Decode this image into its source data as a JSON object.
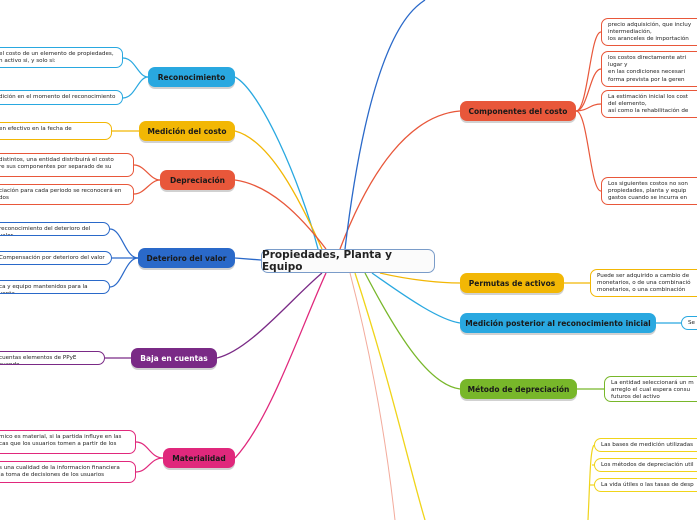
{
  "center": {
    "title": "Propiedades, Planta y Equipo"
  },
  "colors": {
    "center_border": "#7a9cc9",
    "reconocimiento": "#29a8e0",
    "medicion": "#f2b705",
    "depreciacion": "#e8573a",
    "deterioro": "#2a69c9",
    "baja": "#7a2a86",
    "materialidad": "#e0287c",
    "componentes": "#e8573a",
    "permutas": "#f2b705",
    "medicion_posterior": "#29a8e0",
    "metodo": "#78b72a",
    "revelaciones": "#f0d41a"
  },
  "left": {
    "reconocimiento": {
      "label": "Reconocimiento",
      "leaves": [
        "el costo de un elemento de propiedades,\nn activo si, y solo si:",
        "dición en el momento del reconocimiento"
      ]
    },
    "medicion": {
      "label": "Medición del costo",
      "leaves": [
        "en efectivo en la fecha de"
      ]
    },
    "depreciacion": {
      "label": "Depreciación",
      "leaves": [
        "distintos, una entidad distribuirá el costo\nre sus componentes por separado de su",
        "ciación para cada periodo se reconocerá en\ndos"
      ]
    },
    "deterioro": {
      "label": "Deterioro del valor",
      "leaves": [
        "reconocimiento del deterioro del valor",
        "Compensación por deterioro del valor",
        "ca y equipo mantenidos para la venta"
      ]
    },
    "baja": {
      "label": "Baja en cuentas",
      "leaves": [
        "cuentas elementos de PPyE cuando"
      ]
    },
    "materialidad": {
      "label": "Materialidad",
      "leaves": [
        "mico es material, si la partida influye en las\ncas que los usuarios tomen a partir de los",
        "s una cualidad de la informacion financiera\nla toma de decisiones de los usuarios"
      ]
    }
  },
  "right": {
    "componentes": {
      "label": "Componentes del costo",
      "leaves": [
        "precio adquisición, que incluy\nintermediación,\nlos aranceles de importación",
        "los costos directamente atri\nlugar y\nen las condiciones necesari\nforma prevista por la geren",
        "La estimación inicial los cost\ndel elemento,\nasí como la rehabilitación de",
        "Los siguientes costos no son\npropiedades, planta y equip\ngastos cuando se incurra en"
      ]
    },
    "permutas": {
      "label": "Permutas de activos",
      "leaves": [
        "Puede ser adquirido a cambio de\nmonetarios, o de una combinació\nmonetarios, o una combinación"
      ]
    },
    "medicion_posterior": {
      "label": "Medición posterior al reconocimiento inicial",
      "leaves": [
        "Se"
      ]
    },
    "metodo": {
      "label": "Método de depreciación",
      "leaves": [
        "La entidad seleccionará un m\narreglo el cual espera consu\nfuturos del activo"
      ]
    },
    "revelaciones": {
      "leaves": [
        "Las bases de medición utilizadas",
        "Los métodos de depreciación util",
        "La vida útiles o las tasas de desp"
      ]
    }
  }
}
